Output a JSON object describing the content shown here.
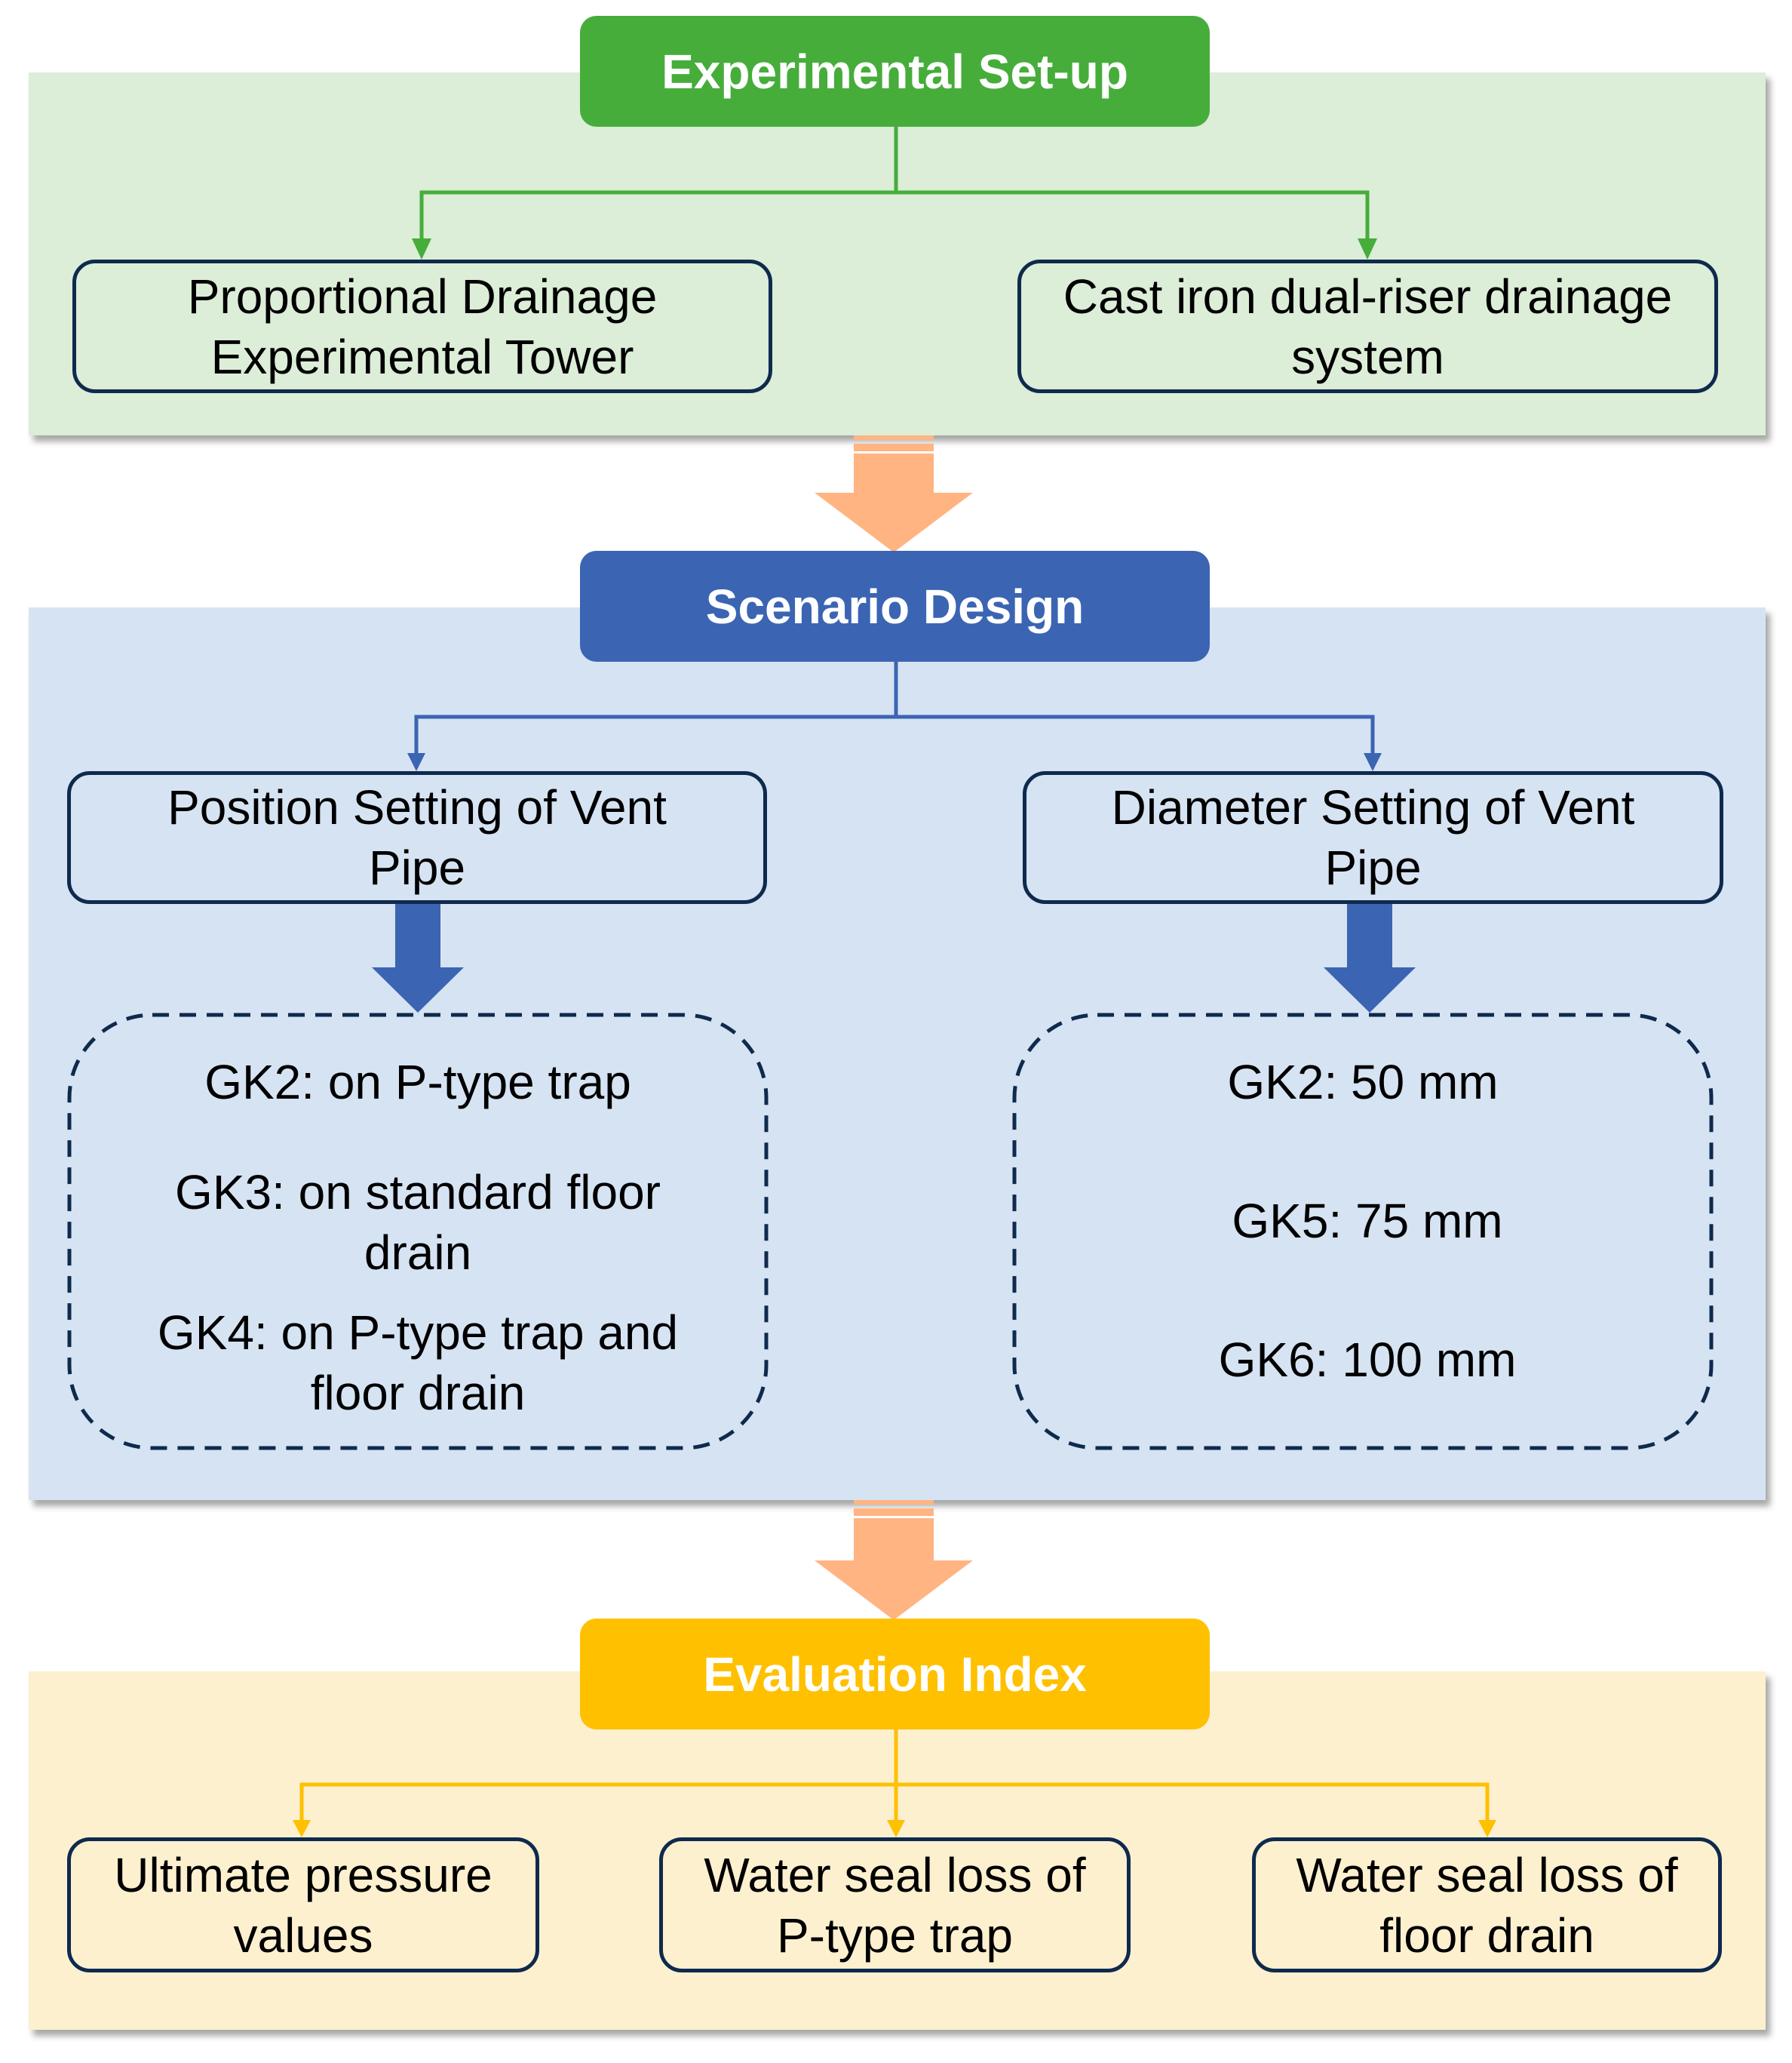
{
  "colors": {
    "green": "#46ad3b",
    "green_panel": "#dcedd8",
    "blue": "#3b64b3",
    "blue_panel": "#d6e3f3",
    "yellow": "#ffc000",
    "yellow_panel": "#fdf0cf",
    "orange_arrow": "#ffb482",
    "node_border": "#0e2a4d"
  },
  "sections": {
    "setup": {
      "title": "Experimental Set-up",
      "nodes": [
        {
          "line1": "Proportional Drainage",
          "line2": "Experimental Tower"
        },
        {
          "line1": "Cast iron dual-riser drainage",
          "line2": "system"
        }
      ]
    },
    "scenario": {
      "title": "Scenario Design",
      "nodes": [
        {
          "line1": "Position Setting of Vent",
          "line2": "Pipe"
        },
        {
          "line1": "Diameter Setting of Vent",
          "line2": "Pipe"
        }
      ],
      "position_cases": [
        {
          "line1": "GK2: on P-type trap",
          "line2": ""
        },
        {
          "line1": "GK3: on standard floor",
          "line2": "drain"
        },
        {
          "line1": "GK4: on P-type trap and",
          "line2": "floor drain"
        }
      ],
      "diameter_cases": [
        {
          "line1": "GK2: 50 mm"
        },
        {
          "line1": "GK5: 75 mm"
        },
        {
          "line1": "GK6: 100 mm"
        }
      ]
    },
    "evaluation": {
      "title": "Evaluation Index",
      "nodes": [
        {
          "line1": "Ultimate pressure",
          "line2": "values"
        },
        {
          "line1": "Water seal loss of",
          "line2": "P-type trap"
        },
        {
          "line1": "Water seal loss of",
          "line2": "floor drain"
        }
      ]
    }
  }
}
